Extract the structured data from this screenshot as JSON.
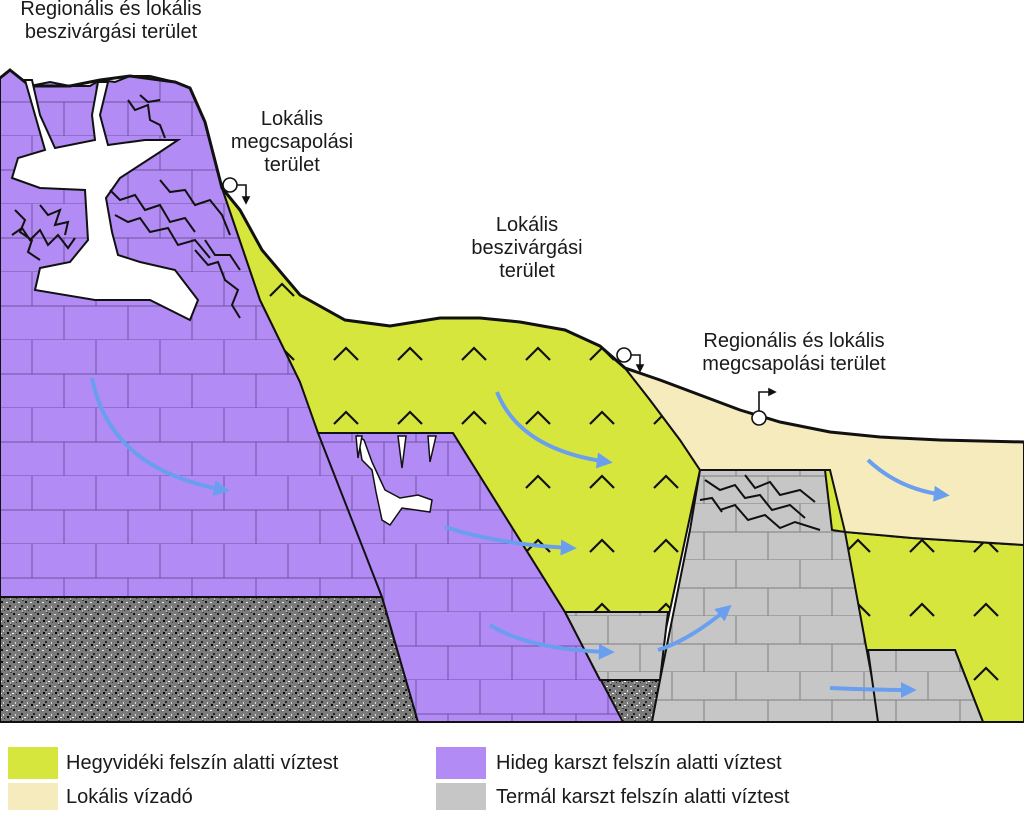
{
  "labels": {
    "regional_recharge": [
      "Regionális és lokális",
      "beszivárgási terület"
    ],
    "local_discharge": [
      "Lokális",
      "megcsapolási",
      "terület"
    ],
    "local_recharge": [
      "Lokális",
      "beszivárgási",
      "terület"
    ],
    "regional_discharge": [
      "Regionális és lokális",
      "megcsapolási terület"
    ]
  },
  "legend": [
    {
      "label": "Hegyvidéki felszín alatti víztest",
      "color": "#d6e63c"
    },
    {
      "label": "Hideg karszt felszín alatti víztest",
      "color": "#b28bf5"
    },
    {
      "label": "Lokális vízadó",
      "color": "#f6ebbc"
    },
    {
      "label": "Termál karszt felszín alatti víztest",
      "color": "#c6c6c6"
    }
  ],
  "colors": {
    "mountain": "#d6e63c",
    "cold_karst": "#b28bf5",
    "local_aquifer": "#f6ebbc",
    "thermal_karst": "#c6c6c6",
    "arrow": "#6a9ff0"
  },
  "icons": [
    "spring-symbol-icon",
    "flow-arrow-icon",
    "cave-void-icon",
    "karst-fracture-icon",
    "granite-texture-icon"
  ]
}
